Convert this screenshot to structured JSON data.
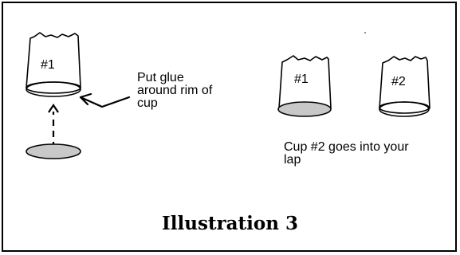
{
  "cup_left": {
    "label": "#1"
  },
  "glue_note": "Put glue\naround rim of\ncup",
  "cup_one": {
    "label": "#1"
  },
  "cup_two": {
    "label": "#2"
  },
  "lap_note": "Cup #2 goes into your\nlap",
  "title": "Illustration 3",
  "colors": {
    "outline": "#000000",
    "glue_fill": "#c8c8c8",
    "background": "#ffffff"
  }
}
